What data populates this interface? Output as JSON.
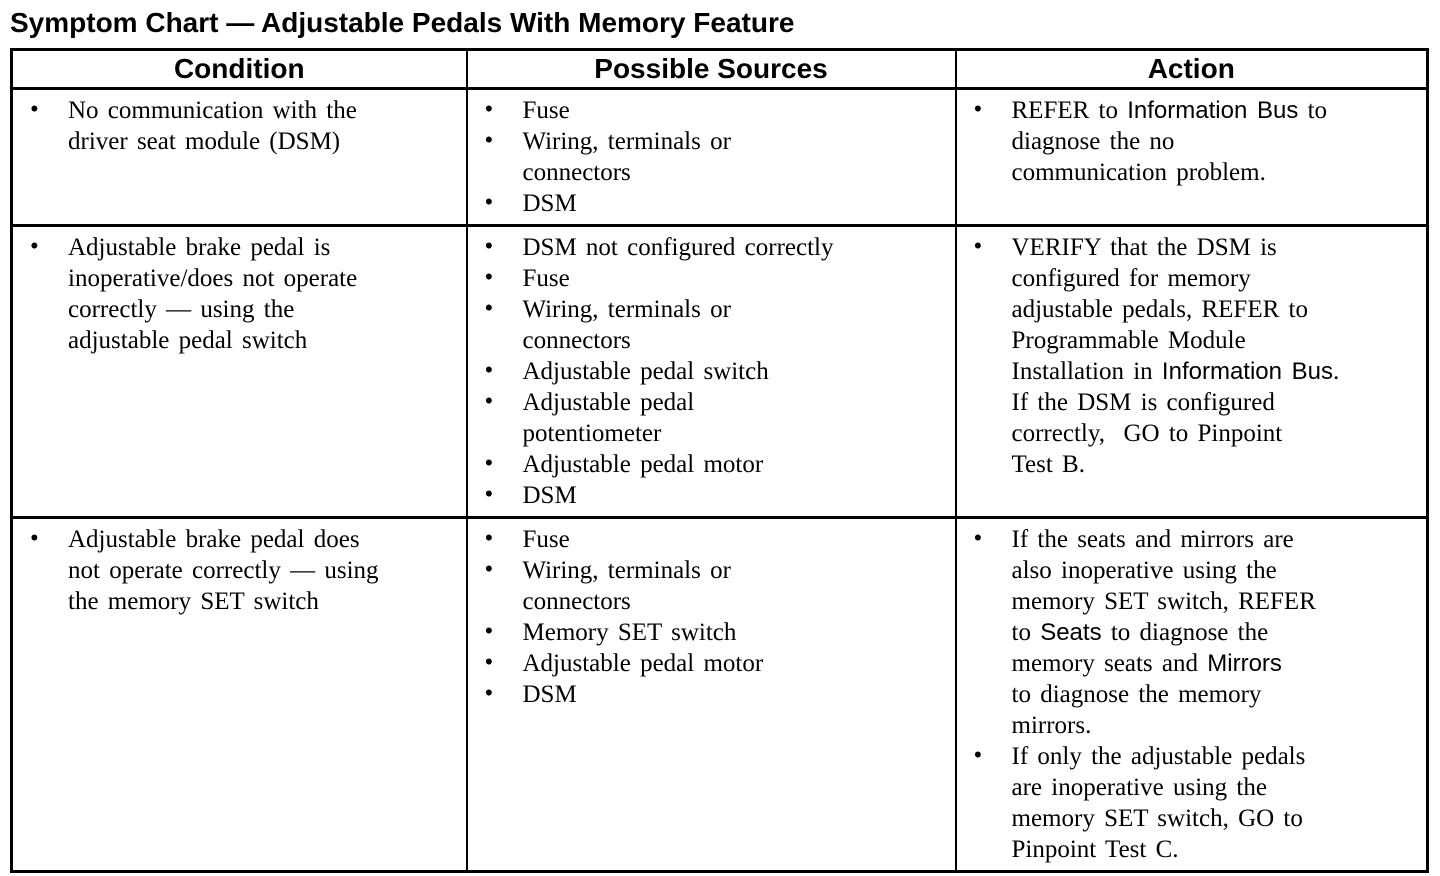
{
  "colors": {
    "text": "#000000",
    "background": "#ffffff"
  },
  "title": "Symptom Chart — Adjustable Pedals With Memory Feature",
  "table": {
    "headers": [
      "Condition",
      "Possible Sources",
      "Action"
    ],
    "rows": [
      {
        "condition": [
          [
            {
              "t": "No communication with the\ndriver seat module (DSM)"
            }
          ]
        ],
        "sources": [
          [
            {
              "t": "Fuse"
            }
          ],
          [
            {
              "t": "Wiring, terminals or\nconnectors"
            }
          ],
          [
            {
              "t": "DSM"
            }
          ]
        ],
        "action": [
          [
            {
              "t": "REFER to "
            },
            {
              "t": "Information Bus",
              "sans": true
            },
            {
              "t": " to\ndiagnose the no\ncommunication problem."
            }
          ]
        ]
      },
      {
        "condition": [
          [
            {
              "t": "Adjustable brake pedal is\ninoperative/does not operate\ncorrectly — using the\nadjustable pedal switch"
            }
          ]
        ],
        "sources": [
          [
            {
              "t": "DSM not configured correctly"
            }
          ],
          [
            {
              "t": "Fuse"
            }
          ],
          [
            {
              "t": "Wiring, terminals or\nconnectors"
            }
          ],
          [
            {
              "t": "Adjustable pedal switch"
            }
          ],
          [
            {
              "t": "Adjustable pedal\npotentiometer"
            }
          ],
          [
            {
              "t": "Adjustable pedal motor"
            }
          ],
          [
            {
              "t": "DSM"
            }
          ]
        ],
        "action": [
          [
            {
              "t": "VERIFY that the DSM is\nconfigured for memory\nadjustable pedals, REFER to\nProgrammable Module\nInstallation in "
            },
            {
              "t": "Information Bus",
              "sans": true
            },
            {
              "t": ".\nIf the DSM is configured\ncorrectly,  GO to Pinpoint\nTest B."
            }
          ]
        ]
      },
      {
        "condition": [
          [
            {
              "t": "Adjustable brake pedal does\nnot operate correctly — using\nthe memory SET switch"
            }
          ]
        ],
        "sources": [
          [
            {
              "t": "Fuse"
            }
          ],
          [
            {
              "t": "Wiring, terminals or\nconnectors"
            }
          ],
          [
            {
              "t": "Memory SET switch"
            }
          ],
          [
            {
              "t": "Adjustable pedal motor"
            }
          ],
          [
            {
              "t": "DSM"
            }
          ]
        ],
        "action": [
          [
            {
              "t": "If the seats and mirrors are\nalso inoperative using the\nmemory SET switch, REFER\nto "
            },
            {
              "t": "Seats",
              "sans": true
            },
            {
              "t": " to diagnose the\nmemory seats and "
            },
            {
              "t": "Mirrors",
              "sans": true
            },
            {
              "t": "\nto diagnose the memory\nmirrors."
            }
          ],
          [
            {
              "t": "If only the adjustable pedals\nare inoperative using the\nmemory SET switch, GO to\nPinpoint Test C."
            }
          ]
        ]
      }
    ]
  }
}
